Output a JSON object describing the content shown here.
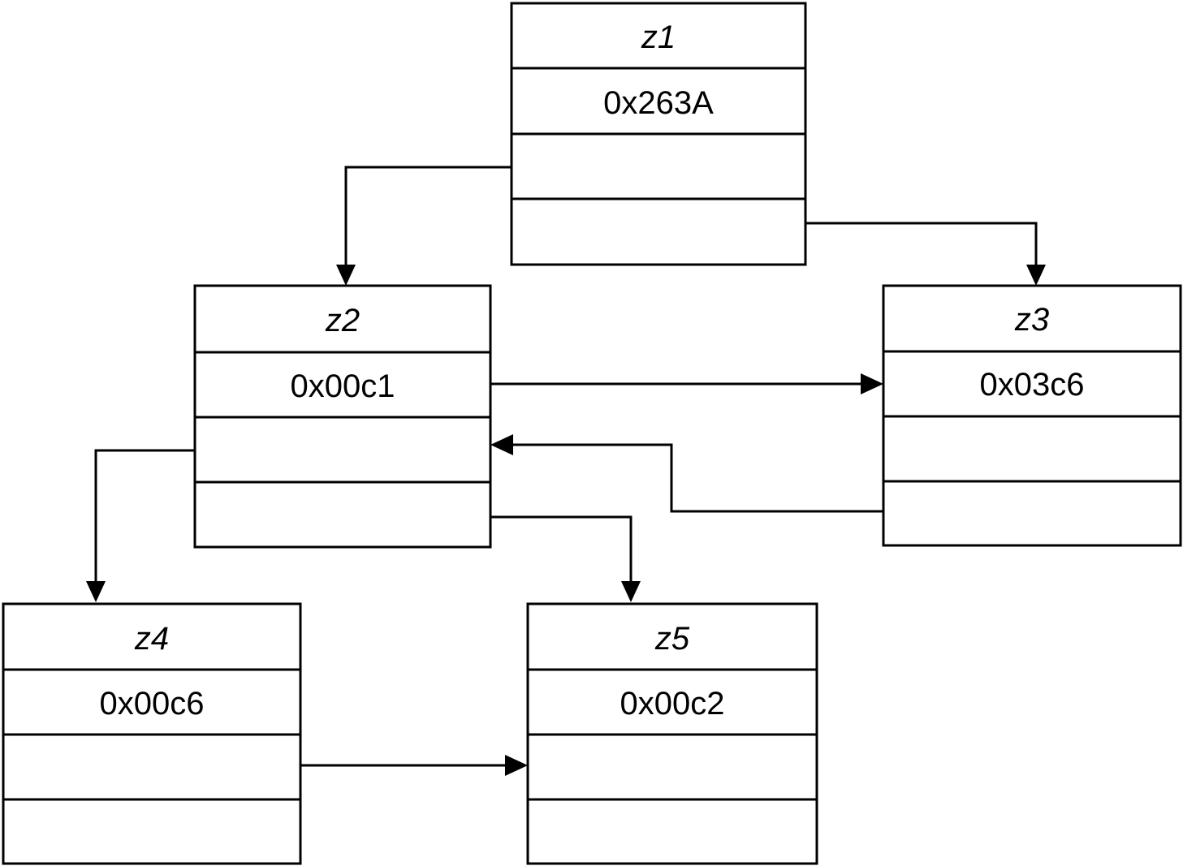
{
  "nodes": [
    {
      "id": "z1",
      "name": "z1",
      "value": "0x263A"
    },
    {
      "id": "z2",
      "name": "z2",
      "value": "0x00c1"
    },
    {
      "id": "z3",
      "name": "z3",
      "value": "0x03c6"
    },
    {
      "id": "z4",
      "name": "z4",
      "value": "0x00c6"
    },
    {
      "id": "z5",
      "name": "z5",
      "value": "0x00c2"
    }
  ],
  "links": [
    {
      "from": "z1",
      "from_field": "left",
      "to": "z2"
    },
    {
      "from": "z1",
      "from_field": "right",
      "to": "z3"
    },
    {
      "from": "z2",
      "from_field": "value",
      "to": "z3"
    },
    {
      "from": "z3",
      "from_field": "right",
      "to": "z2"
    },
    {
      "from": "z2",
      "from_field": "left",
      "to": "z4"
    },
    {
      "from": "z2",
      "from_field": "right",
      "to": "z5"
    },
    {
      "from": "z4",
      "from_field": "left",
      "to": "z5"
    }
  ]
}
